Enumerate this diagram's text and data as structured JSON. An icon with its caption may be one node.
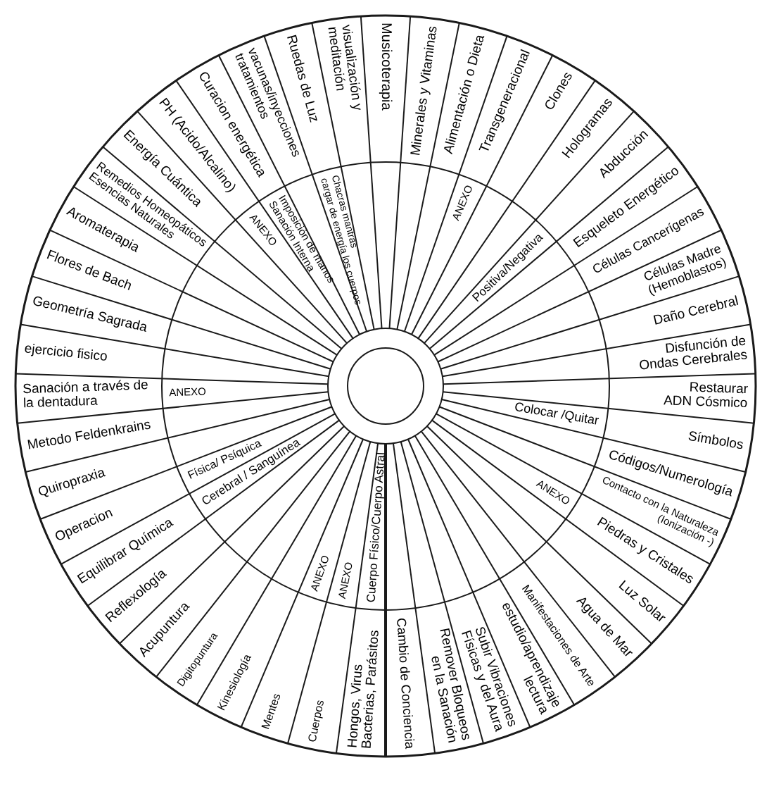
{
  "diagram": {
    "labels": [
      "Musicoterapia",
      "Minerales y Vitaminas",
      "Alimentación o Dieta",
      "Transgeneracional",
      "Clones",
      "Hologramas",
      "Abducción",
      "Esqueleto Energético",
      "Células Cancerígenas",
      "Células Madre (Hemoblastos)",
      "Daño Cerebral",
      "Disfunción de Ondas Cerebrales",
      "Restaurar ADN Cósmico",
      "Símbolos",
      "Códigos/Numerología",
      "Contacto con la Naturaleza (Ionización -)",
      "Piedras y Cristales",
      "Luz Solar",
      "Agua de Mar",
      "Manifestaciones de Arte",
      "estudio/aprendizaje lectura",
      "Subir Vibraciones Físicas y del Aura",
      "Remover Bloqueos en la Sanación",
      "Cambio de Conciencia",
      "Hongos, Virus Bacterias, Parásitos",
      "Cuerpos",
      "Mentes",
      "Kinesiología",
      "Digitopuntura",
      "Acupuntura",
      "Reflexología",
      "Equilibrar Química",
      "Operacion",
      "Quiropraxia",
      "Metodo Feldenkrains",
      "Sanación a través de la dentadura",
      "ejercicio fisico",
      "Geometría Sagrada",
      "Flores de Bach",
      "Aromaterapia",
      "Remedios Homeopáticos Esencias Naturales",
      "Energía Cuántica",
      "PH (Acido/Alcalino)",
      "Curacion energética",
      "vacunas/inyecciones tratamientos",
      "Ruedas de Luz",
      "visualización y meditación",
      "ANEXO",
      "Positiva/Negativa",
      "Colocar /Quitar",
      "ANEXO",
      "Cuerpo Físico/Cuerpo Astral",
      "ANEXO",
      "ANEXO",
      "Cerebral / Sanguínea",
      "Física/ Psíquica",
      "ANEXO",
      "ANEXO",
      "Imposición de manos Sanación Interna",
      "Chacras mantras cargar de energía los cuerpos"
    ]
  }
}
